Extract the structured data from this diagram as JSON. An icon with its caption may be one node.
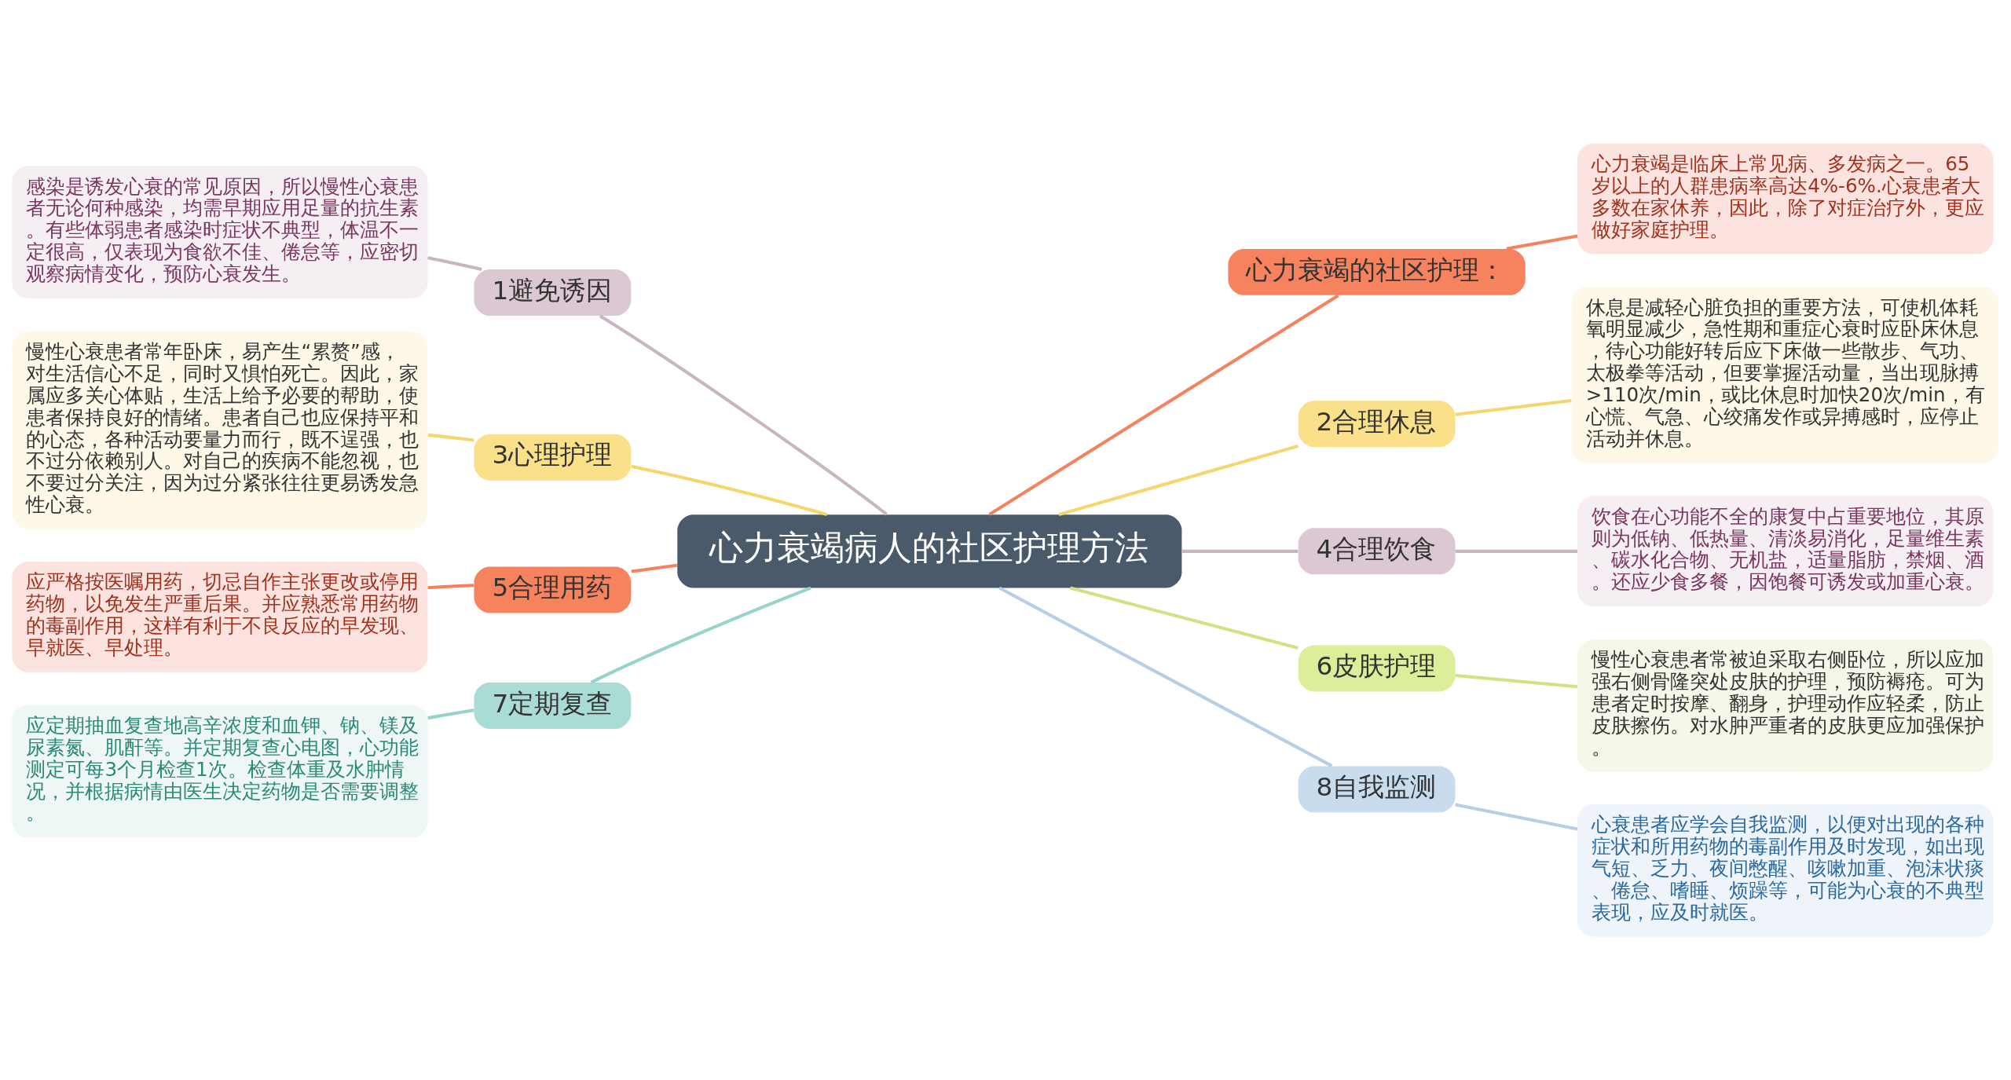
{
  "diagram": {
    "nodes": [
      {
        "text": [
          "心力衰竭病人的社区护理方法"
        ]
      },
      {
        "text": [
          "心力衰竭的社区护理："
        ]
      },
      {
        "text": [
          "心力衰竭是临床上常见病、多发病之一。65岁以上的人群患病率高达4%-6%.心衰患者大多数在家休养，因此，除了对症治疗外，更应做好家庭护理。"
        ]
      },
      {
        "text": [
          "2合理休息"
        ]
      },
      {
        "text": [
          "休息是减轻心脏负担的重要方法，可使机体耗氧明显减少，急性期和重症心衰时应卧床休息，待心功能好转后应下床做一些散步、气功、太极拳等活动，但要掌握活动量，当出现脉搏>110次/min，或比休息时加快20次/min，有心慌、气急、心绞痛发作或异搏感时，应停止活动并休息。"
        ]
      },
      {
        "text": [
          "4合理饮食"
        ]
      },
      {
        "text": [
          "饮食在心功能不全的康复中占重要地位，其原则为低钠、低热量、清淡易消化，足量维生素、碳水化合物、无机盐，适量脂肪，禁烟、酒。还应少食多餐，因饱餐可诱发或加重心衰。"
        ]
      },
      {
        "text": [
          "6皮肤护理"
        ]
      },
      {
        "text": [
          "慢性心衰患者常被迫采取右侧卧位，所以应加强右侧骨隆突处皮肤的护理，预防褥疮。可为患者定时按摩、翻身，护理动作应轻柔，防止皮肤擦伤。对水肿严重者的皮肤更应加强保护。"
        ]
      },
      {
        "text": [
          "8自我监测"
        ]
      },
      {
        "text": [
          "心衰患者应学会自我监测，以便对出现的各种症状和所用药物的毒副作用及时发现，如出现气短、乏力、夜间憋醒、咳嗽加重、泡沫状痰、倦怠、嗜睡、烦躁等，可能为心衰的不典型表现，应及时就医。"
        ]
      },
      {
        "text": [
          "1避免诱因"
        ]
      },
      {
        "text": [
          "感染是诱发心衰的常见原因，所以慢性心衰患者无论何种感染，均需早期应用足量的抗生素。有些体弱患者感染时症状不典型，体温不一定很高，仅表现为食欲不佳、倦怠等，应密切观察病情变化，预防心衰发生。"
        ]
      },
      {
        "text": [
          "3心理护理"
        ]
      },
      {
        "text": [
          "慢性心衰患者常年卧床，易产生“累赘”感，对生活信心不足，同时又惧怕死亡。因此，家属应多关心体贴，生活上给予必要的帮助，使患者保持良好的情绪。患者自己也应保持平和的心态，各种活动要量力而行，既不逞强，也不过分依赖别人。对自己的疾病不能忽视，也不要过分关注，因为过分紧张往往更易诱发急性心衰。"
        ]
      },
      {
        "text": [
          "5合理用药"
        ]
      },
      {
        "text": [
          "应严格按医嘱用药，切忌自作主张更改或停用药物，以免发生严重后果。并应熟悉常用药物的毒副作用，这样有利于不良反应的早发现、早就医、早处理。"
        ]
      },
      {
        "text": [
          "7定期复查"
        ]
      },
      {
        "text": [
          "应定期抽血复查地高辛浓度和血钾、钠、镁及尿素氮、肌酐等。并定期复查心电图，心功能测定可每3个月检查1次。检查体重及水肿情况，并根据病情由医生决定药物是否需要调整。"
        ]
      }
    ],
    "edges": [
      {
        "from": 0,
        "to": 1,
        "arrow": "none",
        "color": "#f4825f"
      },
      {
        "from": 1,
        "to": 2,
        "arrow": "none",
        "color": "#f4825f"
      },
      {
        "from": 0,
        "to": 3,
        "arrow": "none",
        "color": "#f5d66c"
      },
      {
        "from": 3,
        "to": 4,
        "arrow": "none",
        "color": "#f5d66c"
      },
      {
        "from": 0,
        "to": 5,
        "arrow": "none",
        "color": "#c9b5c1"
      },
      {
        "from": 5,
        "to": 6,
        "arrow": "none",
        "color": "#c9b5c1"
      },
      {
        "from": 0,
        "to": 7,
        "arrow": "none",
        "color": "#cfe383"
      },
      {
        "from": 7,
        "to": 8,
        "arrow": "none",
        "color": "#cfe383"
      },
      {
        "from": 0,
        "to": 9,
        "arrow": "none",
        "color": "#b7cfe6"
      },
      {
        "from": 9,
        "to": 10,
        "arrow": "none",
        "color": "#b7cfe6"
      },
      {
        "from": 0,
        "to": 11,
        "arrow": "none",
        "color": "#c9b5c1"
      },
      {
        "from": 11,
        "to": 12,
        "arrow": "none",
        "color": "#c9b5c1"
      },
      {
        "from": 0,
        "to": 13,
        "arrow": "none",
        "color": "#f5d66c"
      },
      {
        "from": 13,
        "to": 14,
        "arrow": "none",
        "color": "#f5d66c"
      },
      {
        "from": 0,
        "to": 15,
        "arrow": "none",
        "color": "#f4825f"
      },
      {
        "from": 15,
        "to": 16,
        "arrow": "none",
        "color": "#f4825f"
      },
      {
        "from": 0,
        "to": 17,
        "arrow": "none",
        "color": "#96d3c8"
      },
      {
        "from": 17,
        "to": 18,
        "arrow": "none",
        "color": "#96d3c8"
      }
    ]
  }
}
